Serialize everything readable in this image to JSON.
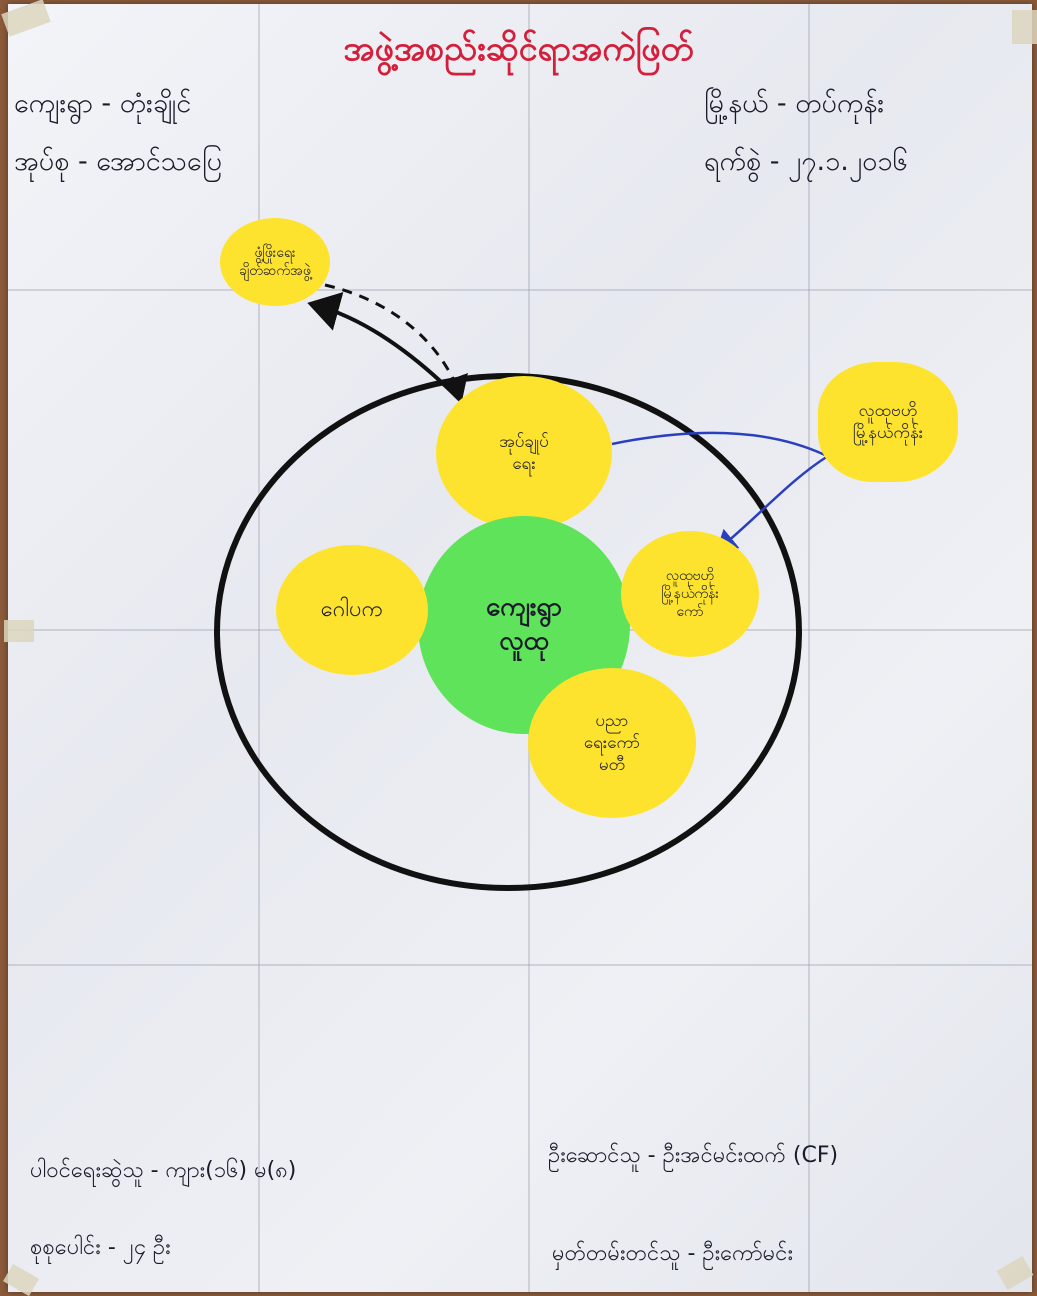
{
  "title": "အဖွဲ့အစည်းဆိုင်ရာအကဲဖြတ်",
  "header": {
    "village": "ကျေးရွာ - တုံးချိုင်",
    "village_tract": "အုပ်စု - အောင်သပြေ",
    "township": "မြို့နယ် - တပ်ကုန်း",
    "date": "ရက်စွဲ - ၂၇.၁.၂၀၁၆"
  },
  "diagram": {
    "center": "ကျေးရွာ\nလူထု",
    "outside_top": "ဖွံ့ဖြိုးရေး\nချိတ်ဆက်အဖွဲ့",
    "outside_right": "လူထုဗဟို\nမြို့နယ်ကိုန်း",
    "inside_top": "အုပ်ချုပ်\nရေး",
    "inside_left": "ဂေါပက",
    "inside_right": "လူထုဗဟို\nမြို့နယ်ကိုန်း\nကော်",
    "inside_bottom": "ပညာ\nရေးကော်\nမတီ"
  },
  "footer": {
    "participants": "ပါဝင်ရေးဆွဲသူ - ကျား(၁၆) မ(၈)",
    "facilitator": "ဦးဆောင်သူ - ဦးအင်မင်းထက် (CF)",
    "total": "စုစုပေါင်း - ၂၄ ဦး",
    "recorder": "မှတ်တမ်းတင်သူ - ဦးကော်မင်း"
  },
  "colors": {
    "title": "#d41f3b",
    "sticker_yellow": "#fde32e",
    "sticker_green": "#5ee35a",
    "circle": "#111111",
    "blue_link": "#2a3fc0"
  }
}
